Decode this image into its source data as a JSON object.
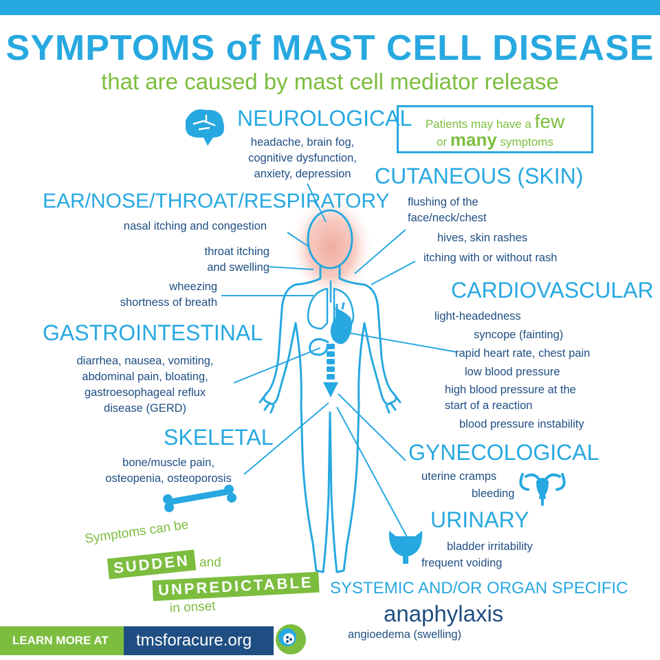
{
  "header": {
    "title": "SYMPTOMS of MAST CELL DISEASE",
    "subtitle": "that are caused by mast cell mediator release"
  },
  "note": {
    "line1_a": "Patients may have a",
    "line1_b": "few",
    "line2_a": "or",
    "line2_b": "many",
    "line2_c": "symptoms"
  },
  "categories": {
    "neurological": {
      "title": "NEUROLOGICAL",
      "lines": [
        "headache, brain fog,",
        "cognitive dysfunction,",
        "anxiety, depression"
      ]
    },
    "cutaneous": {
      "title": "CUTANEOUS (SKIN)",
      "lines": [
        "flushing of the",
        "face/neck/chest",
        "hives, skin rashes",
        "itching with or without rash"
      ]
    },
    "ent": {
      "title": "EAR/NOSE/THROAT/RESPIRATORY",
      "lines": [
        "nasal itching and congestion",
        "throat itching",
        "and swelling",
        "wheezing",
        "shortness of breath"
      ]
    },
    "cardio": {
      "title": "CARDIOVASCULAR",
      "lines": [
        "light-headedness",
        "syncope (fainting)",
        "rapid heart rate, chest pain",
        "low blood pressure",
        "high blood pressure at the",
        "start of a reaction",
        "blood pressure instability"
      ]
    },
    "gi": {
      "title": "GASTROINTESTINAL",
      "lines": [
        "diarrhea, nausea, vomiting,",
        "abdominal pain, bloating,",
        "gastroesophageal reflux",
        "disease (GERD)"
      ]
    },
    "skeletal": {
      "title": "SKELETAL",
      "lines": [
        "bone/muscle pain,",
        "osteopenia, osteoporosis"
      ]
    },
    "gyn": {
      "title": "GYNECOLOGICAL",
      "lines": [
        "uterine cramps",
        "bleeding"
      ]
    },
    "urinary": {
      "title": "URINARY",
      "lines": [
        "bladder irritability",
        "frequent voiding"
      ]
    },
    "systemic": {
      "title": "SYSTEMIC AND/OR ORGAN SPECIFIC",
      "big": "anaphylaxis",
      "line": "angioedema (swelling)"
    }
  },
  "callout": {
    "line1": "Symptoms can be",
    "sudden": "SUDDEN",
    "and": "and",
    "unpredictable": "UNPREDICTABLE",
    "onset": "in onset"
  },
  "footer": {
    "learn": "LEARN MORE AT",
    "url": "tmsforacure.org"
  },
  "colors": {
    "blue": "#27a8e0",
    "navy": "#1f4e82",
    "green": "#7cbd3f",
    "flush": "#f0a79a"
  },
  "icons": [
    "brain-icon",
    "bone-icon",
    "uterus-icon",
    "bladder-icon",
    "heart-icon",
    "lungs-icon",
    "spine-icon",
    "stomach-icon",
    "hands-logo-icon"
  ]
}
